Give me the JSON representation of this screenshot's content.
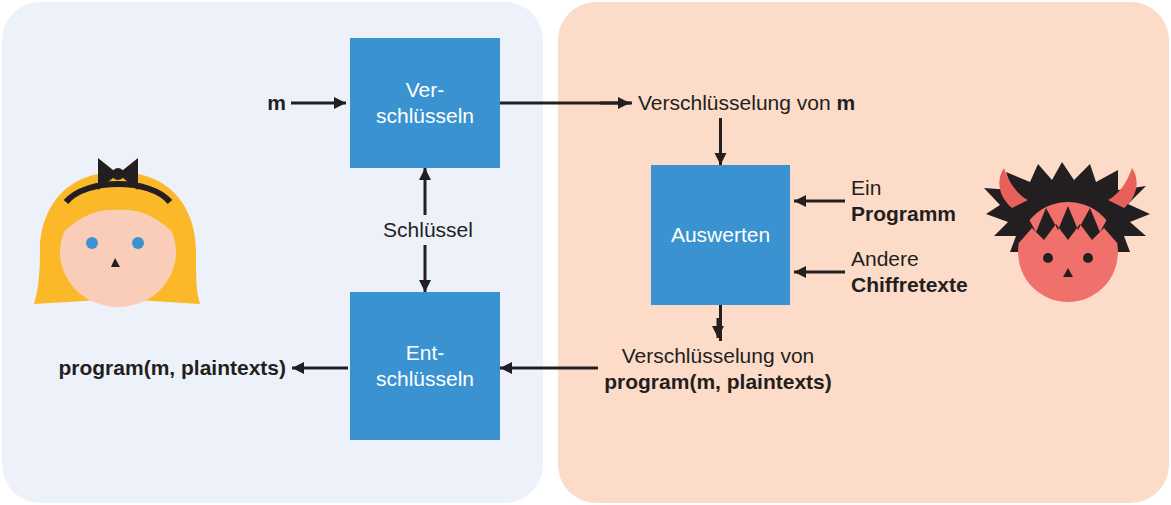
{
  "diagram": {
    "nodes": [
      {
        "text": [
          "Ver- schlüsseln"
        ]
      },
      {
        "text": [
          "Auswerten"
        ]
      },
      {
        "text": [
          "Ent- schlüsseln"
        ]
      }
    ],
    "edges": [
      {
        "from": 0,
        "to": 1,
        "label": "Verschlüsselung von m",
        "arrow": "to"
      },
      {
        "from": 0,
        "to": 2,
        "label": "Schlüssel",
        "arrow": "both"
      },
      {
        "from": 1,
        "to": 2,
        "label": "Verschlüsselung von program(m, plaintexts)",
        "arrow": "to"
      }
    ],
    "labels": [
      "m",
      "Ein Programm",
      "Andere Chiffretexte",
      "program(m, plaintexts)"
    ]
  }
}
